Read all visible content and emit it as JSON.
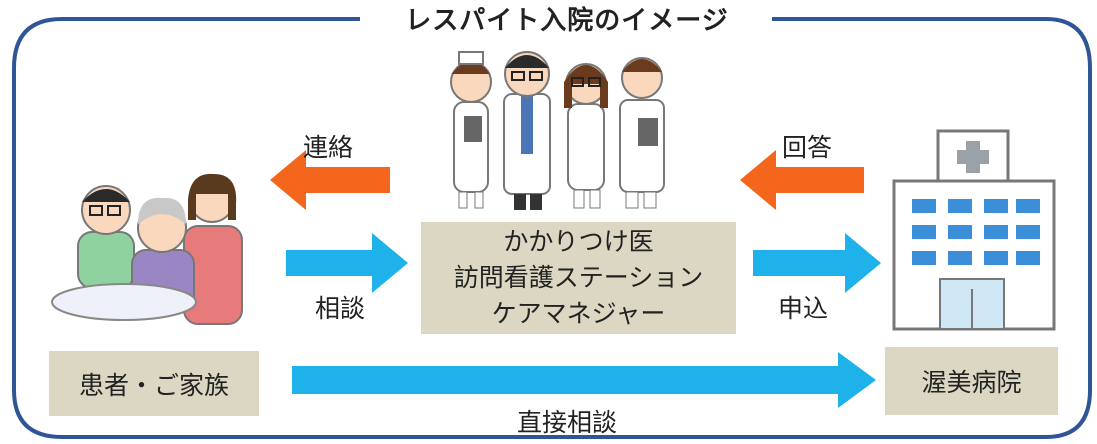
{
  "title": "レスパイト入院のイメージ",
  "center_box": {
    "line1": "かかりつけ医",
    "line2": "訪問看護ステーション",
    "line3": "ケアマネジャー"
  },
  "patient_label": "患者・ご家族",
  "hospital_label": "渥美病院",
  "arrows": {
    "contact": "連絡",
    "answer": "回答",
    "consult": "相談",
    "apply": "申込",
    "direct": "直接相談"
  },
  "colors": {
    "frame": "#2f5597",
    "orange_arrow": "#f4661b",
    "blue_arrow": "#1fb1ea",
    "box_bg": "#dcd7c2"
  }
}
